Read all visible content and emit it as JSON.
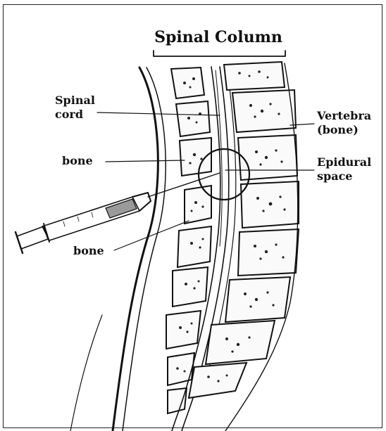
{
  "title": "Spinal Column",
  "labels": {
    "spinal_cord_line1": "Spinal",
    "spinal_cord_line2": "cord",
    "vertebra_line1": "Vertebra",
    "vertebra_line2": "(bone)",
    "bone_upper": "bone",
    "epidural_line1": "Epidural",
    "epidural_line2": "space",
    "bone_lower": "bone"
  },
  "colors": {
    "ink": "#111111",
    "syringe_fill": "#9a9a9a"
  }
}
